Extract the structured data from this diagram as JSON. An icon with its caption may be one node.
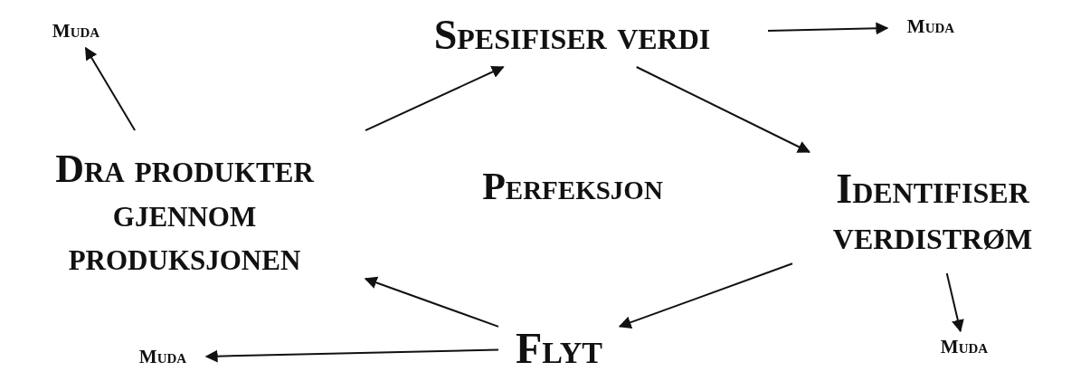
{
  "diagram": {
    "nodes": [
      {
        "text": [
          "Spesifiser verdi"
        ]
      },
      {
        "text": [
          "Muda"
        ]
      },
      {
        "text": [
          "Identifiser verdistrøm"
        ]
      },
      {
        "text": [
          "Muda"
        ]
      },
      {
        "text": [
          "Flyt"
        ]
      },
      {
        "text": [
          "Muda"
        ]
      },
      {
        "text": [
          "Dra produkter gjennom produksjonen"
        ]
      },
      {
        "text": [
          "Muda"
        ]
      }
    ],
    "edges": [
      {
        "from": 6,
        "to": 0,
        "arrow": "to"
      },
      {
        "from": 0,
        "to": 1,
        "arrow": "to"
      },
      {
        "from": 0,
        "to": 2,
        "arrow": "to"
      },
      {
        "from": 2,
        "to": 3,
        "arrow": "to"
      },
      {
        "from": 2,
        "to": 4,
        "arrow": "to"
      },
      {
        "from": 4,
        "to": 6,
        "arrow": "to"
      },
      {
        "from": 4,
        "to": 5,
        "arrow": "to"
      },
      {
        "from": 6,
        "to": 7,
        "arrow": "to"
      }
    ],
    "labels": [
      "Perfeksjon"
    ]
  }
}
